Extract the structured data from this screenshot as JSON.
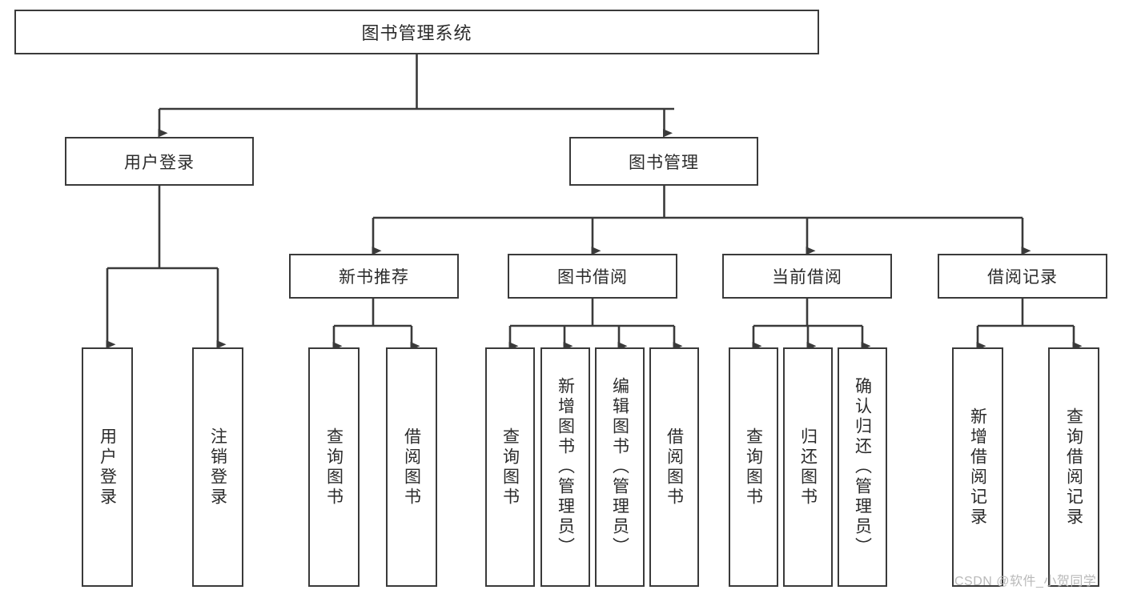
{
  "diagram": {
    "title": "图书管理系统",
    "type": "hierarchy-tree",
    "root": {
      "label": "图书管理系统"
    },
    "level2": [
      {
        "label": "用户登录"
      },
      {
        "label": "图书管理"
      }
    ],
    "level3": [
      {
        "label": "新书推荐"
      },
      {
        "label": "图书借阅"
      },
      {
        "label": "当前借阅"
      },
      {
        "label": "借阅记录"
      }
    ],
    "leaves": {
      "user_login": [
        {
          "label": "用户登录"
        },
        {
          "label": "注销登录"
        }
      ],
      "new_book_recommend": [
        {
          "label": "查询图书"
        },
        {
          "label": "借阅图书"
        }
      ],
      "book_borrow": [
        {
          "label": "查询图书"
        },
        {
          "label": "新增图书（管理员）"
        },
        {
          "label": "编辑图书（管理员）"
        },
        {
          "label": "借阅图书"
        }
      ],
      "current_borrow": [
        {
          "label": "查询图书"
        },
        {
          "label": "归还图书"
        },
        {
          "label": "确认归还（管理员）"
        }
      ],
      "borrow_record": [
        {
          "label": "新增借阅记录"
        },
        {
          "label": "查询借阅记录"
        }
      ]
    }
  },
  "watermark": {
    "text": "CSDN @软件_小贺同学"
  },
  "colors": {
    "box_border": "#3a3a3a",
    "box_fill": "#ffffff",
    "text": "#2b2b2b",
    "connector": "#3a3a3a",
    "watermark": "#b9b9b9"
  }
}
